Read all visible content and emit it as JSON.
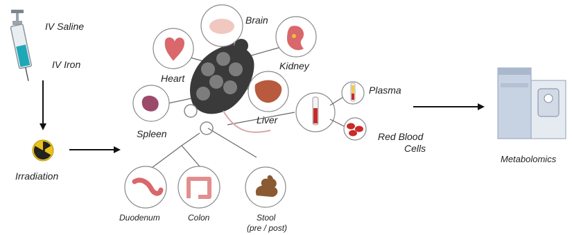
{
  "inputs": {
    "saline": "IV Saline",
    "iron": "IV Iron"
  },
  "treatment": {
    "label": "Irradiation"
  },
  "organs": {
    "brain": "Brain",
    "heart": "Heart",
    "kidney": "Kidney",
    "liver": "Liver",
    "spleen": "Spleen",
    "duodenum": "Duodenum",
    "colon": "Colon",
    "stool": "Stool",
    "stool_note": "(pre / post)"
  },
  "blood": {
    "plasma": "Plasma",
    "rbc_line1": "Red Blood",
    "rbc_line2": "Cells"
  },
  "analysis": {
    "label": "Metabolomics"
  },
  "colors": {
    "arrow": "#111111",
    "mouse": "#3a3a3a",
    "tissue": "#d9676b",
    "syringe_liquid": "#1fa7b8",
    "radiation": "#e9c21a",
    "stool": "#8a5a32",
    "instrument": "#c7d3e3"
  }
}
